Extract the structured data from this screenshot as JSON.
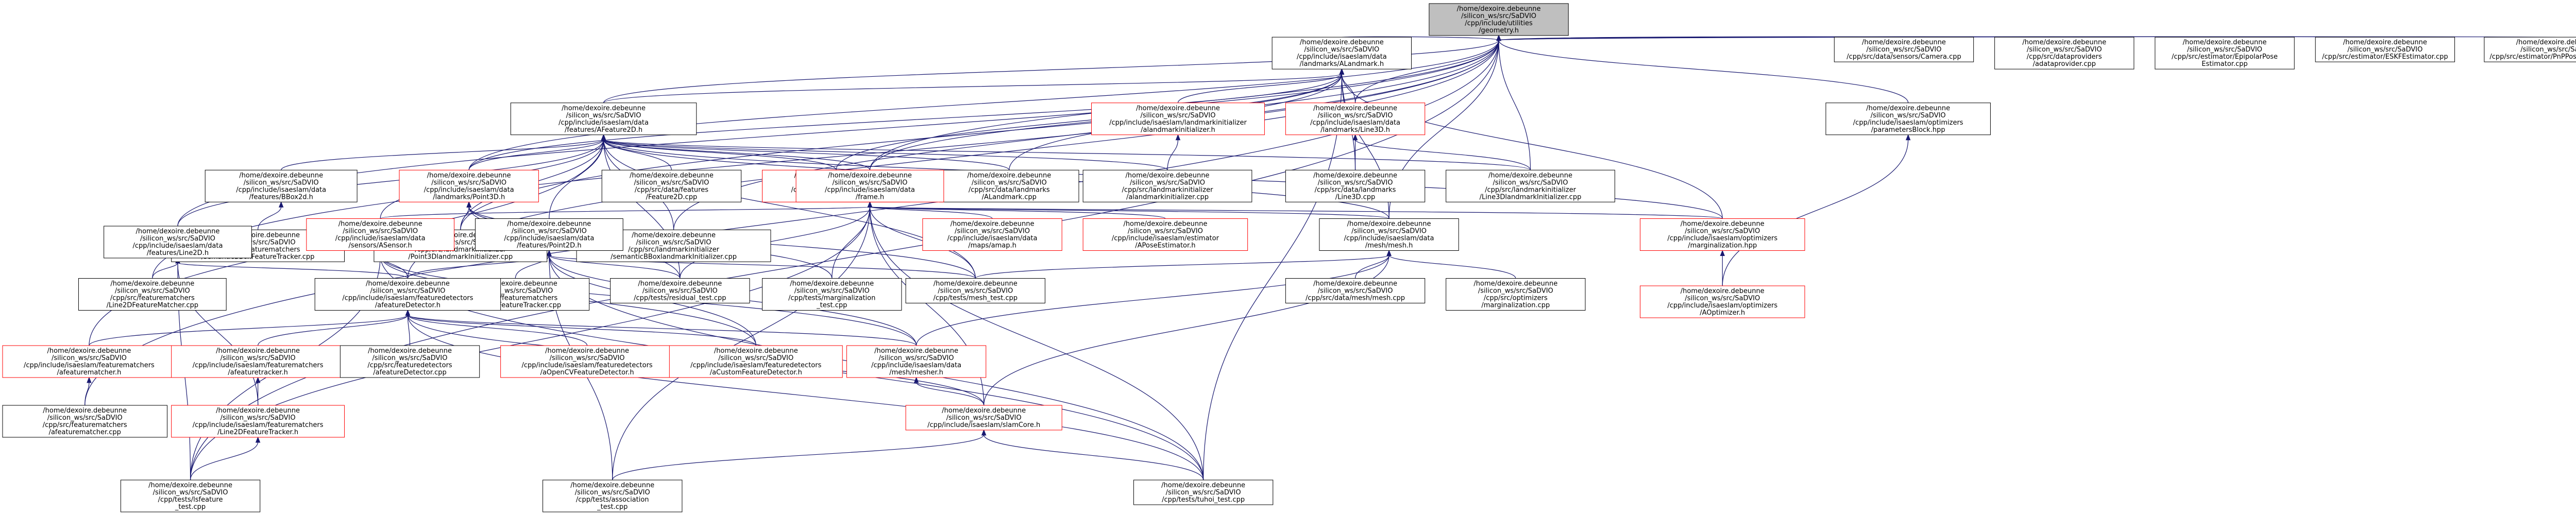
{
  "nodes": [
    {
      "id": "n0",
      "lines": [
        "/home/dexoire.debeunne",
        "/silicon_ws/src/SaDVIO",
        "/cpp/include/utilities",
        "/geometry.h"
      ],
      "style": "root"
    },
    {
      "id": "n1",
      "lines": [
        "/home/dexoire.debeunne",
        "/silicon_ws/src/SaDVIO",
        "/cpp/include/isaeslam/data",
        "/landmarks/ALandmark.h"
      ],
      "style": "normal"
    },
    {
      "id": "n2",
      "lines": [
        "/home/dexoire.debeunne",
        "/silicon_ws/src/SaDVIO",
        "/cpp/src/data/sensors/Camera.cpp"
      ],
      "style": "normal"
    },
    {
      "id": "n3",
      "lines": [
        "/home/dexoire.debeunne",
        "/silicon_ws/src/SaDVIO",
        "/cpp/src/dataproviders",
        "/adataprovider.cpp"
      ],
      "style": "normal"
    },
    {
      "id": "n4",
      "lines": [
        "/home/dexoire.debeunne",
        "/silicon_ws/src/SaDVIO",
        "/cpp/src/estimator/EpipolarPose",
        "Estimator.cpp"
      ],
      "style": "normal"
    },
    {
      "id": "n5",
      "lines": [
        "/home/dexoire.debeunne",
        "/silicon_ws/src/SaDVIO",
        "/cpp/src/estimator/ESKFEstimator.cpp"
      ],
      "style": "normal"
    },
    {
      "id": "n6",
      "lines": [
        "/home/dexoire.debeunne",
        "/silicon_ws/src/SaDVIO",
        "/cpp/src/estimator/PnPPoseEstimator.cpp"
      ],
      "style": "normal"
    },
    {
      "id": "n7",
      "lines": [
        "/home/dexoire.debeunne",
        "/silicon_ws/src/SaDVIO",
        "/cpp/include/isaeslam/data",
        "/features/AFeature2D.h"
      ],
      "style": "normal"
    },
    {
      "id": "n8",
      "lines": [
        "/home/dexoire.debeunne",
        "/silicon_ws/src/SaDVIO",
        "/cpp/include/isaeslam/landmarkinitializer",
        "/alandmarkinitializer.h"
      ],
      "style": "red"
    },
    {
      "id": "n9",
      "lines": [
        "/home/dexoire.debeunne",
        "/silicon_ws/src/SaDVIO",
        "/cpp/include/isaeslam/data",
        "/landmarks/Line3D.h"
      ],
      "style": "red"
    },
    {
      "id": "n10",
      "lines": [
        "/home/dexoire.debeunne",
        "/silicon_ws/src/SaDVIO",
        "/cpp/include/isaeslam/optimizers",
        "/parametersBlock.hpp"
      ],
      "style": "normal"
    },
    {
      "id": "n11",
      "lines": [
        "/home/dexoire.debeunne",
        "/silicon_ws/src/SaDVIO",
        "/cpp/include/isaeslam/data",
        "/features/BBox2d.h"
      ],
      "style": "normal"
    },
    {
      "id": "n12",
      "lines": [
        "/home/dexoire.debeunne",
        "/silicon_ws/src/SaDVIO",
        "/cpp/include/isaeslam/data",
        "/landmarks/Point3D.h"
      ],
      "style": "red"
    },
    {
      "id": "n13",
      "lines": [
        "/home/dexoire.debeunne",
        "/silicon_ws/src/SaDVIO",
        "/cpp/src/data/features",
        "/Feature2D.cpp"
      ],
      "style": "normal"
    },
    {
      "id": "n14",
      "lines": [
        "/home/dexoire.debeunne",
        "/silicon_ws/src/SaDVIO",
        "/cpp/include/isaeslam/data",
        "/landmarks/BBox3d.h"
      ],
      "style": "red"
    },
    {
      "id": "n15",
      "lines": [
        "/home/dexoire.debeunne",
        "/silicon_ws/src/SaDVIO",
        "/cpp/src/data/landmarks",
        "/ALandmark.cpp"
      ],
      "style": "normal"
    },
    {
      "id": "n16",
      "lines": [
        "/home/dexoire.debeunne",
        "/silicon_ws/src/SaDVIO",
        "/cpp/src/landmarkinitializer",
        "/alandmarkinitializer.cpp"
      ],
      "style": "normal"
    },
    {
      "id": "n17",
      "lines": [
        "/home/dexoire.debeunne",
        "/silicon_ws/src/SaDVIO",
        "/cpp/src/data/landmarks",
        "/Line3D.cpp"
      ],
      "style": "normal"
    },
    {
      "id": "n18",
      "lines": [
        "/home/dexoire.debeunne",
        "/silicon_ws/src/SaDVIO",
        "/cpp/src/landmarkinitializer",
        "/Line3DlandmarkInitializer.cpp"
      ],
      "style": "normal"
    },
    {
      "id": "n19",
      "lines": [
        "/home/dexoire.debeunne",
        "/silicon_ws/src/SaDVIO",
        "/cpp/src/featurematchers",
        "/semanticBBoxFeatureTracker.cpp"
      ],
      "style": "normal"
    },
    {
      "id": "n20",
      "lines": [
        "/home/dexoire.debeunne",
        "/silicon_ws/src/SaDVIO",
        "/cpp/src/landmarkinitializer",
        "/Point3DlandmarkInitializer.cpp"
      ],
      "style": "normal"
    },
    {
      "id": "n21",
      "lines": [
        "/home/dexoire.debeunne",
        "/silicon_ws/src/SaDVIO",
        "/cpp/src/landmarkinitializer",
        "/semanticBBoxlandmarkInitializer.cpp"
      ],
      "style": "normal"
    },
    {
      "id": "n22",
      "lines": [
        "/home/dexoire.debeunne",
        "/silicon_ws/src/SaDVIO",
        "/cpp/include/isaeslam/data",
        "/frame.h"
      ],
      "style": "red"
    },
    {
      "id": "n23",
      "lines": [
        "/home/dexoire.debeunne",
        "/silicon_ws/src/SaDVIO",
        "/cpp/include/isaeslam/data",
        "/maps/amap.h"
      ],
      "style": "red"
    },
    {
      "id": "n24",
      "lines": [
        "/home/dexoire.debeunne",
        "/silicon_ws/src/SaDVIO",
        "/cpp/include/isaeslam/estimator",
        "/APoseEstimator.h"
      ],
      "style": "red"
    },
    {
      "id": "n25",
      "lines": [
        "/home/dexoire.debeunne",
        "/silicon_ws/src/SaDVIO",
        "/cpp/include/isaeslam/data",
        "/mesh/mesh.h"
      ],
      "style": "normal"
    },
    {
      "id": "n26",
      "lines": [
        "/home/dexoire.debeunne",
        "/silicon_ws/src/SaDVIO",
        "/cpp/include/isaeslam/optimizers",
        "/marginalization.hpp"
      ],
      "style": "red"
    },
    {
      "id": "n27",
      "lines": [
        "/home/dexoire.debeunne",
        "/silicon_ws/src/SaDVIO",
        "/cpp/include/isaeslam/optimizers",
        "/AOptimizer.h"
      ],
      "style": "red"
    },
    {
      "id": "n28",
      "lines": [
        "/home/dexoire.debeunne",
        "/silicon_ws/src/SaDVIO",
        "/cpp/include/isaeslam/data",
        "/features/Line2D.h"
      ],
      "style": "normal"
    },
    {
      "id": "n29",
      "lines": [
        "/home/dexoire.debeunne",
        "/silicon_ws/src/SaDVIO",
        "/cpp/include/isaeslam/data",
        "/sensors/ASensor.h"
      ],
      "style": "red"
    },
    {
      "id": "n30",
      "lines": [
        "/home/dexoire.debeunne",
        "/silicon_ws/src/SaDVIO",
        "/cpp/include/isaeslam/data",
        "/features/Point2D.h"
      ],
      "style": "normal"
    },
    {
      "id": "n31",
      "lines": [
        "/home/dexoire.debeunne",
        "/silicon_ws/src/SaDVIO",
        "/cpp/src/featurematchers",
        "/Point2DFeatureTracker.cpp"
      ],
      "style": "normal"
    },
    {
      "id": "n32",
      "lines": [
        "/home/dexoire.debeunne",
        "/silicon_ws/src/SaDVIO",
        "/cpp/tests/residual_test.cpp"
      ],
      "style": "normal"
    },
    {
      "id": "n33",
      "lines": [
        "/home/dexoire.debeunne",
        "/silicon_ws/src/SaDVIO",
        "/cpp/tests/marginalization",
        "_test.cpp"
      ],
      "style": "normal"
    },
    {
      "id": "n34",
      "lines": [
        "/home/dexoire.debeunne",
        "/silicon_ws/src/SaDVIO",
        "/cpp/tests/mesh_test.cpp"
      ],
      "style": "normal"
    },
    {
      "id": "n35",
      "lines": [
        "/home/dexoire.debeunne",
        "/silicon_ws/src/SaDVIO",
        "/cpp/src/data/mesh/mesh.cpp"
      ],
      "style": "normal"
    },
    {
      "id": "n36",
      "lines": [
        "/home/dexoire.debeunne",
        "/silicon_ws/src/SaDVIO",
        "/cpp/src/optimizers",
        "/marginalization.cpp"
      ],
      "style": "normal"
    },
    {
      "id": "n37",
      "lines": [
        "/home/dexoire.debeunne",
        "/silicon_ws/src/SaDVIO",
        "/cpp/src/featurematchers",
        "/Line2DFeatureMatcher.cpp"
      ],
      "style": "normal"
    },
    {
      "id": "n38",
      "lines": [
        "/home/dexoire.debeunne",
        "/silicon_ws/src/SaDVIO",
        "/cpp/include/isaeslam/featuredetectors",
        "/afeatureDetector.h"
      ],
      "style": "normal"
    },
    {
      "id": "n39",
      "lines": [
        "/home/dexoire.debeunne",
        "/silicon_ws/src/SaDVIO",
        "/cpp/include/isaeslam/featurematchers",
        "/afeaturematcher.h"
      ],
      "style": "red"
    },
    {
      "id": "n40",
      "lines": [
        "/home/dexoire.debeunne",
        "/silicon_ws/src/SaDVIO",
        "/cpp/include/isaeslam/featurematchers",
        "/afeaturetracker.h"
      ],
      "style": "red"
    },
    {
      "id": "n41",
      "lines": [
        "/home/dexoire.debeunne",
        "/silicon_ws/src/SaDVIO",
        "/cpp/src/featuredetectors",
        "/afeatureDetector.cpp"
      ],
      "style": "normal"
    },
    {
      "id": "n42",
      "lines": [
        "/home/dexoire.debeunne",
        "/silicon_ws/src/SaDVIO",
        "/cpp/include/isaeslam/featuredetectors",
        "/aOpenCVFeatureDetector.h"
      ],
      "style": "red"
    },
    {
      "id": "n43",
      "lines": [
        "/home/dexoire.debeunne",
        "/silicon_ws/src/SaDVIO",
        "/cpp/include/isaeslam/featuredetectors",
        "/aCustomFeatureDetector.h"
      ],
      "style": "red"
    },
    {
      "id": "n44",
      "lines": [
        "/home/dexoire.debeunne",
        "/silicon_ws/src/SaDVIO",
        "/cpp/include/isaeslam/data",
        "/mesh/mesher.h"
      ],
      "style": "red"
    },
    {
      "id": "n45",
      "lines": [
        "/home/dexoire.debeunne",
        "/silicon_ws/src/SaDVIO",
        "/cpp/src/featurematchers",
        "/afeaturematcher.cpp"
      ],
      "style": "normal"
    },
    {
      "id": "n46",
      "lines": [
        "/home/dexoire.debeunne",
        "/silicon_ws/src/SaDVIO",
        "/cpp/include/isaeslam/featurematchers",
        "/Line2DFeatureTracker.h"
      ],
      "style": "red"
    },
    {
      "id": "n47",
      "lines": [
        "/home/dexoire.debeunne",
        "/silicon_ws/src/SaDVIO",
        "/cpp/include/isaeslam/slamCore.h"
      ],
      "style": "red"
    },
    {
      "id": "n48",
      "lines": [
        "/home/dexoire.debeunne",
        "/silicon_ws/src/SaDVIO",
        "/cpp/tests/lsfeature",
        "_test.cpp"
      ],
      "style": "normal"
    },
    {
      "id": "n49",
      "lines": [
        "/home/dexoire.debeunne",
        "/silicon_ws/src/SaDVIO",
        "/cpp/tests/association",
        "_test.cpp"
      ],
      "style": "normal"
    },
    {
      "id": "n50",
      "lines": [
        "/home/dexoire.debeunne",
        "/silicon_ws/src/SaDVIO",
        "/cpp/tests/tuhoi_test.cpp"
      ],
      "style": "normal"
    }
  ],
  "edges": [
    [
      "n0",
      "n1"
    ],
    [
      "n0",
      "n2"
    ],
    [
      "n0",
      "n3"
    ],
    [
      "n0",
      "n4"
    ],
    [
      "n0",
      "n5"
    ],
    [
      "n0",
      "n6"
    ],
    [
      "n0",
      "n7"
    ],
    [
      "n0",
      "n10"
    ],
    [
      "n0",
      "n9"
    ],
    [
      "n0",
      "n22"
    ],
    [
      "n0",
      "n25"
    ],
    [
      "n0",
      "n28"
    ],
    [
      "n0",
      "n38"
    ],
    [
      "n0",
      "n12"
    ],
    [
      "n0",
      "n20"
    ],
    [
      "n0",
      "n21"
    ],
    [
      "n0",
      "n18"
    ],
    [
      "n0",
      "n37"
    ],
    [
      "n0",
      "n45"
    ],
    [
      "n0",
      "n48"
    ],
    [
      "n1",
      "n7"
    ],
    [
      "n1",
      "n8"
    ],
    [
      "n1",
      "n9"
    ],
    [
      "n1",
      "n12"
    ],
    [
      "n1",
      "n14"
    ],
    [
      "n1",
      "n15"
    ],
    [
      "n1",
      "n22"
    ],
    [
      "n1",
      "n25"
    ],
    [
      "n1",
      "n26"
    ],
    [
      "n1",
      "n17"
    ],
    [
      "n1",
      "n50"
    ],
    [
      "n7",
      "n11"
    ],
    [
      "n7",
      "n12"
    ],
    [
      "n7",
      "n13"
    ],
    [
      "n7",
      "n14"
    ],
    [
      "n7",
      "n15"
    ],
    [
      "n7",
      "n16"
    ],
    [
      "n7",
      "n22"
    ],
    [
      "n7",
      "n28"
    ],
    [
      "n7",
      "n29"
    ],
    [
      "n7",
      "n30"
    ],
    [
      "n7",
      "n39"
    ],
    [
      "n7",
      "n25"
    ],
    [
      "n7",
      "n20"
    ],
    [
      "n7",
      "n21"
    ],
    [
      "n7",
      "n18"
    ],
    [
      "n7",
      "n32"
    ],
    [
      "n7",
      "n34"
    ],
    [
      "n7",
      "n26"
    ],
    [
      "n8",
      "n16"
    ],
    [
      "n9",
      "n17"
    ],
    [
      "n9",
      "n18"
    ],
    [
      "n10",
      "n27"
    ],
    [
      "n11",
      "n19"
    ],
    [
      "n12",
      "n20"
    ],
    [
      "n12",
      "n32"
    ],
    [
      "n12",
      "n34"
    ],
    [
      "n12",
      "n33"
    ],
    [
      "n22",
      "n23"
    ],
    [
      "n22",
      "n24"
    ],
    [
      "n22",
      "n25"
    ],
    [
      "n22",
      "n26"
    ],
    [
      "n22",
      "n29"
    ],
    [
      "n22",
      "n32"
    ],
    [
      "n22",
      "n33"
    ],
    [
      "n22",
      "n34"
    ],
    [
      "n22",
      "n47"
    ],
    [
      "n22",
      "n49"
    ],
    [
      "n22",
      "n48"
    ],
    [
      "n22",
      "n50"
    ],
    [
      "n25",
      "n34"
    ],
    [
      "n25",
      "n35"
    ],
    [
      "n25",
      "n36"
    ],
    [
      "n25",
      "n44"
    ],
    [
      "n25",
      "n47"
    ],
    [
      "n26",
      "n27"
    ],
    [
      "n28",
      "n37"
    ],
    [
      "n28",
      "n38"
    ],
    [
      "n28",
      "n46"
    ],
    [
      "n28",
      "n48"
    ],
    [
      "n29",
      "n38"
    ],
    [
      "n29",
      "n43"
    ],
    [
      "n29",
      "n44"
    ],
    [
      "n29",
      "n50"
    ],
    [
      "n29",
      "n48"
    ],
    [
      "n30",
      "n31"
    ],
    [
      "n30",
      "n38"
    ],
    [
      "n30",
      "n32"
    ],
    [
      "n30",
      "n34"
    ],
    [
      "n30",
      "n43"
    ],
    [
      "n30",
      "n44"
    ],
    [
      "n30",
      "n49"
    ],
    [
      "n30",
      "n50"
    ],
    [
      "n38",
      "n39"
    ],
    [
      "n38",
      "n40"
    ],
    [
      "n38",
      "n41"
    ],
    [
      "n38",
      "n42"
    ],
    [
      "n38",
      "n43"
    ],
    [
      "n38",
      "n44"
    ],
    [
      "n38",
      "n47"
    ],
    [
      "n38",
      "n50"
    ],
    [
      "n39",
      "n45"
    ],
    [
      "n40",
      "n46"
    ],
    [
      "n44",
      "n47"
    ],
    [
      "n46",
      "n48"
    ],
    [
      "n47",
      "n49"
    ],
    [
      "n47",
      "n50"
    ]
  ]
}
